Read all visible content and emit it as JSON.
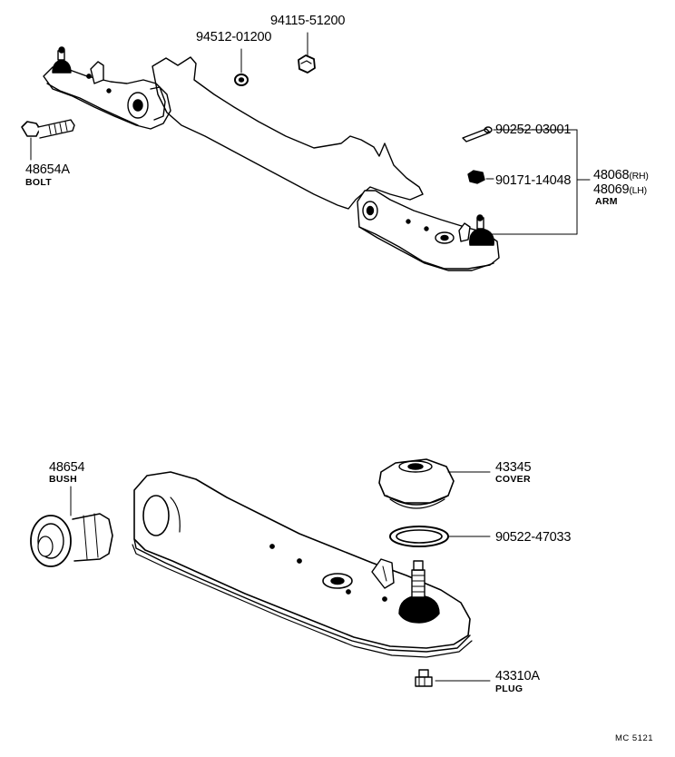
{
  "labels": {
    "nut_a": "94115-51200",
    "washer_a": "94512-01200",
    "bolt_no": "48654A",
    "bolt_name": "BOLT",
    "pin_no": "90252-03001",
    "nut_b": "90171-14048",
    "arm_rh_no": "48068",
    "arm_rh_side": "(RH)",
    "arm_lh_no": "48069",
    "arm_lh_side": "(LH)",
    "arm_name": "ARM",
    "bush_no": "48654",
    "bush_name": "BUSH",
    "cover_no": "43345",
    "cover_name": "COVER",
    "ring_no": "90522-47033",
    "plug_no": "43310A",
    "plug_name": "PLUG",
    "diagram_code": "MC 5121"
  },
  "colors": {
    "ink": "#000000",
    "paper": "#ffffff"
  }
}
